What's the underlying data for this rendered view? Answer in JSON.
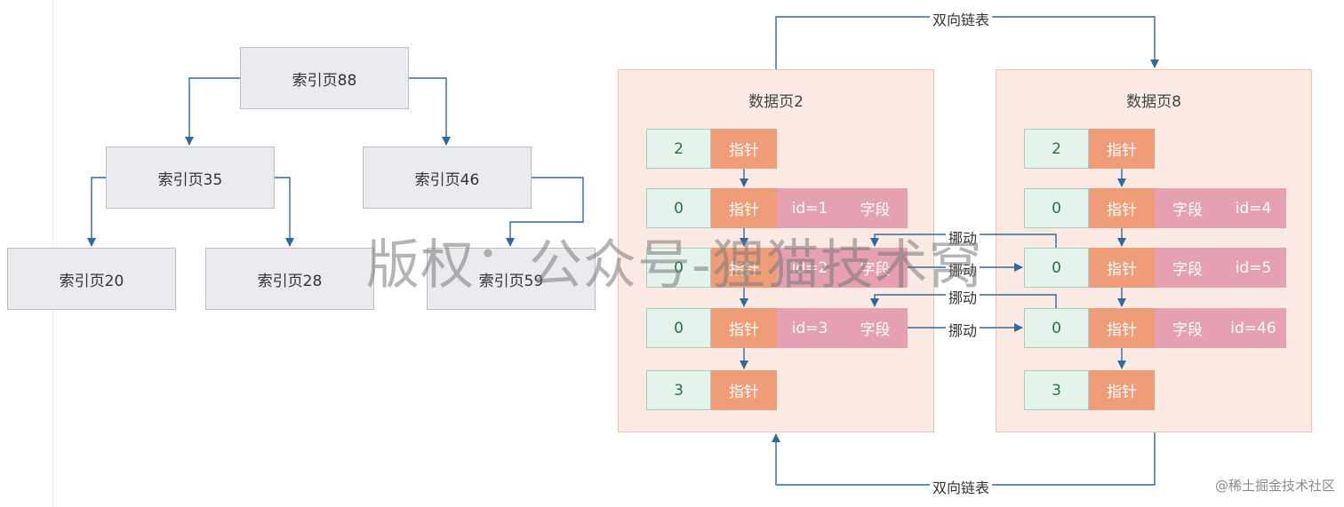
{
  "index_tree": {
    "root": "索引页88",
    "level2_left": "索引页35",
    "level2_right": "索引页46",
    "leaf1": "索引页20",
    "leaf2": "索引页28",
    "leaf3": "索引页59"
  },
  "page2": {
    "title": "数据页2",
    "rows": [
      {
        "num": "2",
        "ptr": "指针"
      },
      {
        "num": "0",
        "ptr": "指针",
        "id": "id=1",
        "field": "字段"
      },
      {
        "num": "0",
        "ptr": "指针",
        "id": "id=2",
        "field": "字段"
      },
      {
        "num": "0",
        "ptr": "指针",
        "id": "id=3",
        "field": "字段"
      },
      {
        "num": "3",
        "ptr": "指针"
      }
    ]
  },
  "page8": {
    "title": "数据页8",
    "rows": [
      {
        "num": "2",
        "ptr": "指针"
      },
      {
        "num": "0",
        "ptr": "指针",
        "field": "字段",
        "id": "id=4"
      },
      {
        "num": "0",
        "ptr": "指针",
        "field": "字段",
        "id": "id=5"
      },
      {
        "num": "0",
        "ptr": "指针",
        "field": "字段",
        "id": "id=46"
      },
      {
        "num": "3",
        "ptr": "指针"
      }
    ]
  },
  "labels": {
    "linked_list_top": "双向链表",
    "linked_list_bottom": "双向链表",
    "move": "挪动"
  },
  "watermark": "版权：公众号-狸猫技术窝",
  "credit": "@稀土掘金技术社区",
  "colors": {
    "index_fill": "#e9ebee",
    "page_fill": "#fbeae4",
    "num_fill": "#e4f4ec",
    "pointer_fill": "#ef9d78",
    "key_fill": "#e5a1b1",
    "arrow": "#2f6a9a"
  }
}
